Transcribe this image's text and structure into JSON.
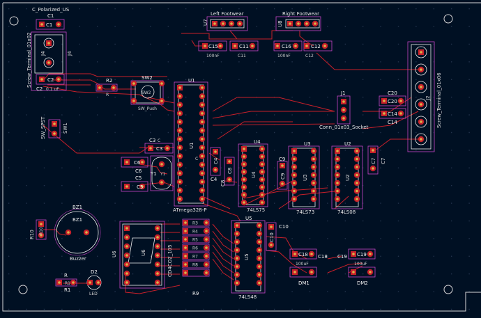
{
  "board": {
    "title": "C_Polarized_US"
  },
  "colors": {
    "background": "#001023",
    "edge": "#d8d8d8",
    "track": "#c8202a",
    "pad": "#c8202a",
    "drill": "#d9b44a",
    "silk": "#f0f0f0",
    "courtyard": "#c845c8",
    "grid_dot": "#2a3a55"
  },
  "labels": {
    "left_footwear": "Left Footwear",
    "right_footwear": "Right Footwear",
    "u7": "U7",
    "u8": "U8",
    "c15": "C15",
    "c15_val": "100nF",
    "c11": "C11",
    "c16": "C16",
    "c16_val": "100nF",
    "c12": "C12",
    "c12_val": "C12",
    "c1a": "C1",
    "c1b": "C1",
    "j4a": "J4",
    "j4b": "J4",
    "screw_left": "Screw_Terminal_01x02",
    "c2a": "C2",
    "c2b": "C2",
    "c2_val": "0.1 uF",
    "r2a": "R2",
    "r2b": "R",
    "sw2": "SW2",
    "sw2b": "SW2",
    "sw_push": "SW_Push",
    "u1": "U1",
    "u1_mid": "U1",
    "u1_c": "C",
    "atmega": "ATmega328-P",
    "j1": "J1",
    "conn": "Conn_01x03_Socket",
    "j2": "J2",
    "screw_right": "Screw_Terminal_01x06",
    "c20a": "C20",
    "c20b": "C20",
    "c14a": "C14",
    "c14b": "C14",
    "sw1": "SW1",
    "sw_spst": "SW_SPST",
    "c3a": "C3",
    "c3b": "C3",
    "c3_c": "C",
    "c6a": "C6",
    "c6b": "C6",
    "c5a": "C5",
    "c5b": "C5",
    "y1a": "Y1",
    "y1b": "Y1",
    "c4a": "C4",
    "c4b": "C4",
    "u4a": "U4",
    "u4b": "U4",
    "ls75": "74LS75",
    "c8a": "C8",
    "c8b": "C8",
    "u3a": "U3",
    "u3b": "U3",
    "ls73": "74LS73",
    "c9a": "C9",
    "c9b": "C9",
    "u2a": "U2",
    "u2b": "U2",
    "ls08": "74LS08",
    "c7a": "C7",
    "c7b": "C7",
    "bz1a": "BZ1",
    "bz1b": "BZ1",
    "buzzer": "Buzzer",
    "r10a": "R10",
    "r10b": "R10",
    "u6a": "U6",
    "u6b": "U6",
    "cd4": "CD4CO2_105",
    "r3": "R3",
    "r4": "R4",
    "r5": "R5",
    "r6": "R6",
    "r7": "R7",
    "r8": "R8",
    "r9": "R9",
    "r1a": "R1",
    "r1b": "R1",
    "r1c": "R",
    "d2a": "D2",
    "d2b": "LED",
    "u5a": "U5",
    "u5b": "U5",
    "ls48": "74LS48",
    "c10a": "C10",
    "c10b": "C10",
    "c18a": "C18",
    "c18b": "C18",
    "c18_val": "100uF",
    "c19a": "C19",
    "c19b": "C19",
    "c19_val": "100uF",
    "dm1": "DM1",
    "dm2": "DM2"
  }
}
